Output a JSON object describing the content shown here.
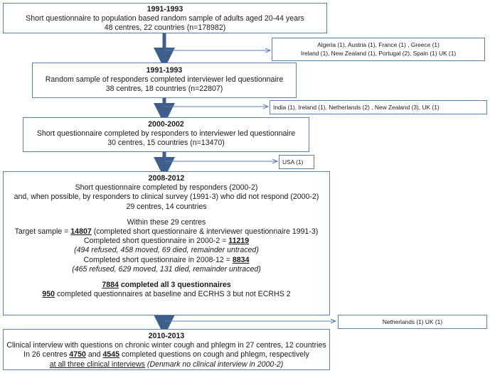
{
  "box1": {
    "year": "1991-1993",
    "line1": "Short questionnaire to population based random sample of adults aged 20-44 years",
    "line2": "48 centres, 22 countries (n=178982)"
  },
  "side1": {
    "line1": "Algeria (1), Austria (1), France (1) , Greece  (1)",
    "line2": "Ireland (1), New Zealand (1), Portugal (2), Spain (1) UK (1)"
  },
  "box2": {
    "year": "1991-1993",
    "line1": "Random sample of responders completed interviewer led questionnaire",
    "line2": "38 centres, 18 countries (n=22807)"
  },
  "side2": {
    "line1": "India (1),  Ireland (1), Netherlands (2) ,  New Zealand (3), UK (1)"
  },
  "box3": {
    "year": "2000-2002",
    "line1": "Short questionnaire completed by responders to interviewer led questionnaire",
    "line2": "30 centres, 15 countries (n=13470)"
  },
  "side3": {
    "line1": "USA (1)"
  },
  "box4": {
    "year": "2008-2012",
    "line1": "Short questionnaire completed by responders (2000-2)",
    "line2": "and, when possible, by responders to clinical survey (1991-3) who did not respond (2000-2)",
    "line3": "29 centres, 14 countries",
    "line4": "Within these 29 centres",
    "target_pre": "Target sample = ",
    "target_num": "14807",
    "target_post": "   (completed short questionnaire & interviewer questionnaire 1991-3)",
    "sq2000_pre": "Completed short questionnaire in 2000-2 = ",
    "sq2000_num": "11219",
    "sq2000_note": "(494 refused, 458 moved, 69 died, remainder untraced)",
    "sq2008_pre": "Completed short questionnaire in 2008-12 = ",
    "sq2008_num": "8834",
    "sq2008_note": "(465 refused, 629 moved, 131 died, remainder untraced)",
    "all3_num": "7884",
    "all3_text": "  completed all 3 questionnaires",
    "base_num": "950",
    "base_text": "  completed questionnaires at baseline and ECRHS 3 but not ECRHS 2"
  },
  "side4": {
    "line1": "Netherlands (1) UK (1)"
  },
  "box5": {
    "year": "2010-2013",
    "line1": "Clinical interview with questions on chronic winter cough and phlegm in 27 centres, 12 countries",
    "l2_pre": "In 26 centres ",
    "l2_n1": "4750",
    "l2_mid": "  and ",
    "l2_n2": "4545",
    "l2_post": "  completed questions on cough and phlegm, respectively",
    "l3_under": "at all three clinical interviews",
    "l3_italic": " (Denmark no clinical interview in 2000-2)"
  },
  "colors": {
    "border": "#5b7fb0",
    "arrow": "#3e5f8c"
  }
}
